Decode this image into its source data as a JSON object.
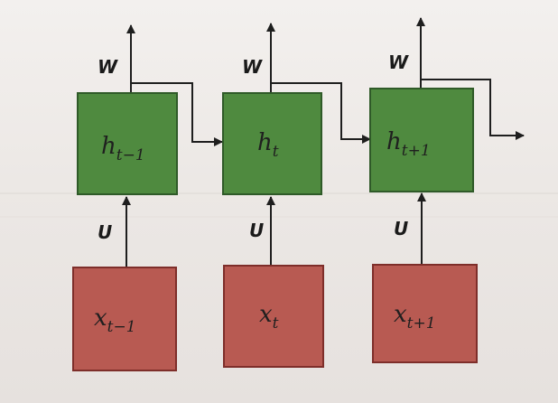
{
  "hidden_states": [
    {
      "base": "h",
      "sub": "t−1"
    },
    {
      "base": "h",
      "sub": "t"
    },
    {
      "base": "h",
      "sub": "t+1"
    }
  ],
  "inputs": [
    {
      "base": "x",
      "sub": "t−1"
    },
    {
      "base": "x",
      "sub": "t"
    },
    {
      "base": "x",
      "sub": "t+1"
    }
  ],
  "recurrent_weight": "W",
  "input_weight": "U",
  "colors": {
    "hidden_fill": "#4f8a3f",
    "hidden_edge": "#2f5a28",
    "input_fill": "#b85a52",
    "input_edge": "#7e2e2a",
    "arrow": "#1e1e1e"
  }
}
